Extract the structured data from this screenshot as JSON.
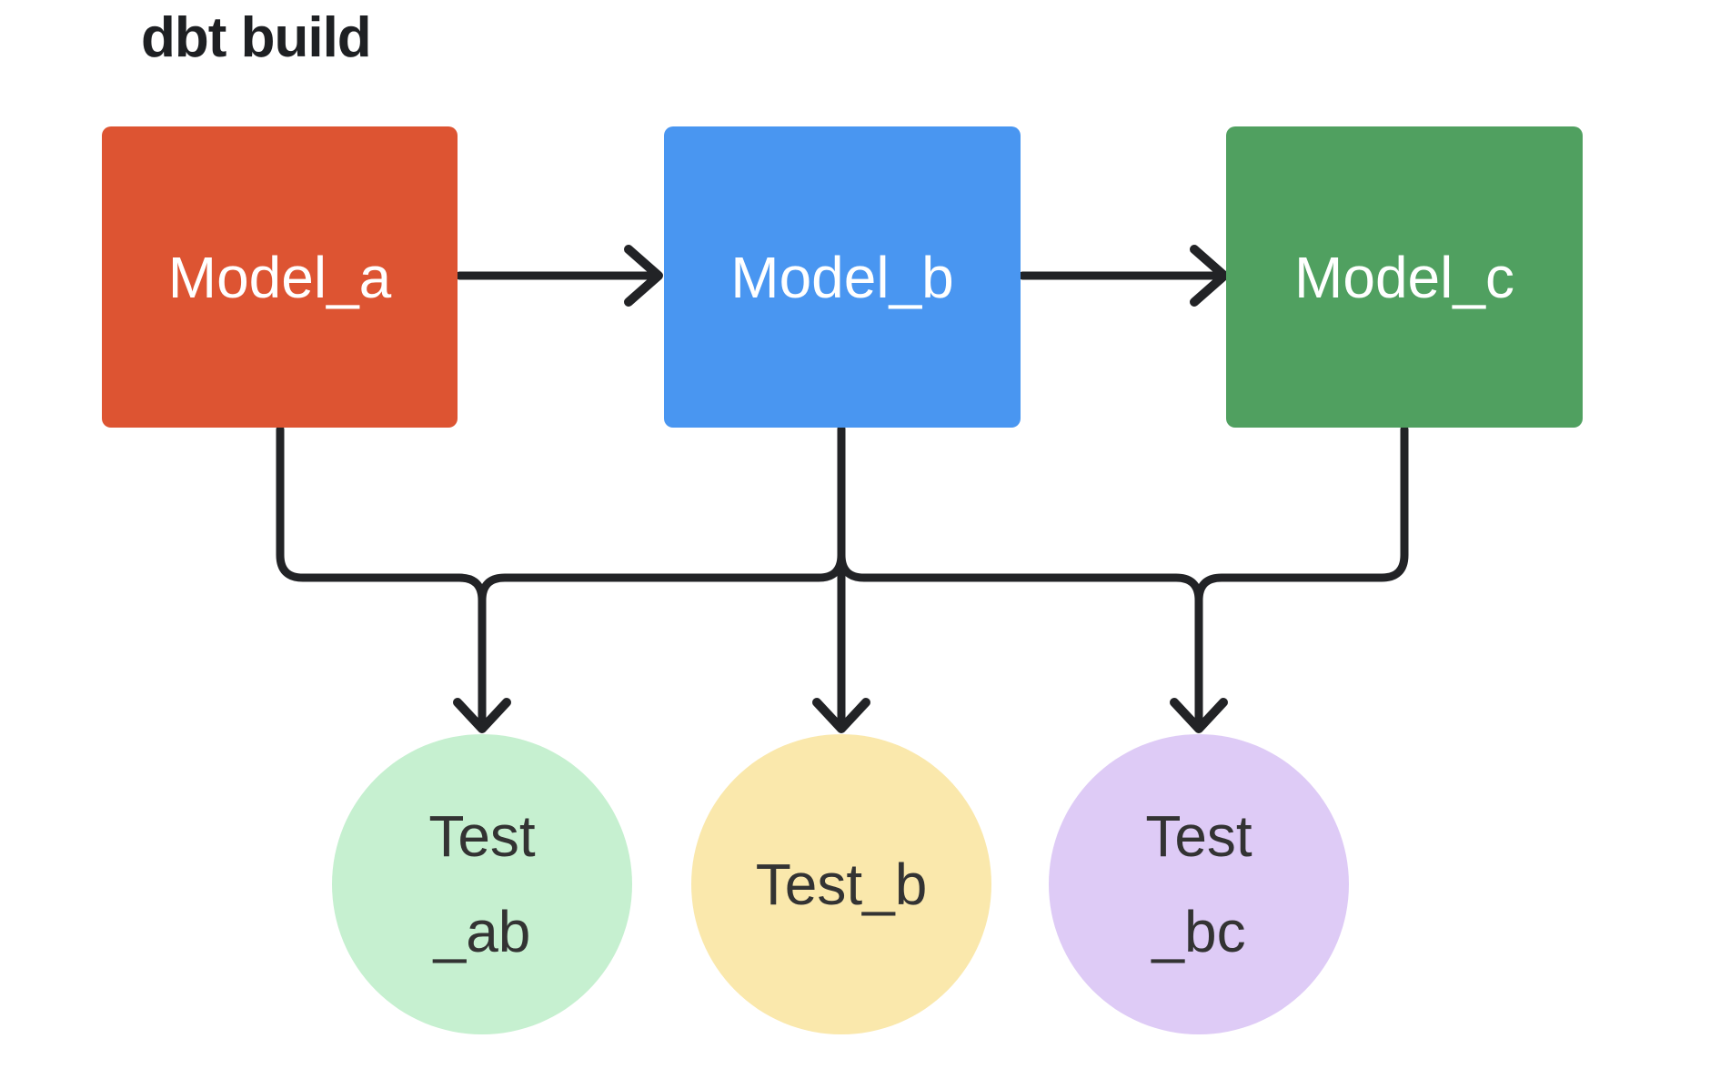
{
  "title": "dbt build",
  "colors": {
    "background": "#ffffff",
    "title_text": "#1e2023",
    "line": "#222326",
    "model_label_text": "#ffffff",
    "test_label_text": "#333333",
    "model_a": "#dd5432",
    "model_b": "#4996f1",
    "model_c": "#50a060",
    "test_ab": "#c6f0d0",
    "test_b": "#fae8ac",
    "test_bc": "#decbf6"
  },
  "nodes": {
    "models": [
      {
        "id": "model_a",
        "label": "Model_a",
        "shape": "rectangle"
      },
      {
        "id": "model_b",
        "label": "Model_b",
        "shape": "rectangle"
      },
      {
        "id": "model_c",
        "label": "Model_c",
        "shape": "rectangle"
      }
    ],
    "tests": [
      {
        "id": "test_ab",
        "line1": "Test",
        "line2": "_ab",
        "shape": "circle"
      },
      {
        "id": "test_b",
        "line1": "Test_b",
        "line2": "",
        "shape": "circle"
      },
      {
        "id": "test_bc",
        "line1": "Test",
        "line2": "_bc",
        "shape": "circle"
      }
    ]
  },
  "edges": [
    {
      "from": "Model_a",
      "to": "Model_b"
    },
    {
      "from": "Model_b",
      "to": "Model_c"
    },
    {
      "from": "Model_a",
      "to": "Test_ab"
    },
    {
      "from": "Model_b",
      "to": "Test_ab"
    },
    {
      "from": "Model_b",
      "to": "Test_b"
    },
    {
      "from": "Model_b",
      "to": "Test_bc"
    },
    {
      "from": "Model_c",
      "to": "Test_bc"
    }
  ]
}
